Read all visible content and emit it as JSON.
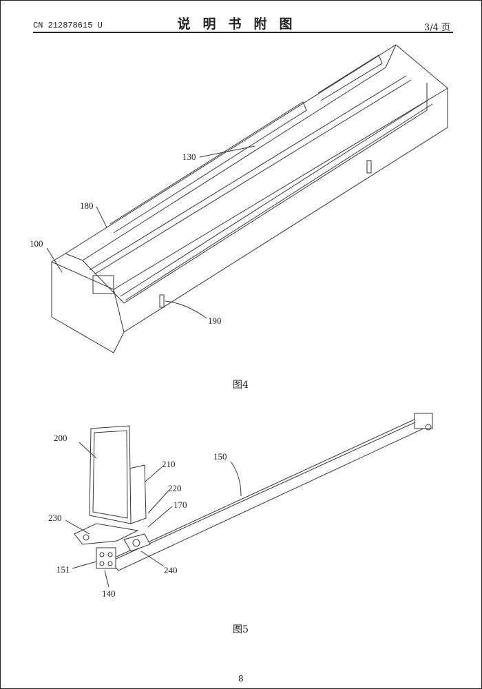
{
  "header": {
    "doc_number": "CN 212878615 U",
    "title": "说明书附图",
    "page": "3/4 页"
  },
  "figure4": {
    "caption": "图4",
    "labels": {
      "l130": "130",
      "l180": "180",
      "l100": "100",
      "l190": "190"
    }
  },
  "figure5": {
    "caption": "图5",
    "labels": {
      "l200": "200",
      "l210": "210",
      "l150": "150",
      "l220": "220",
      "l170": "170",
      "l230": "230",
      "l151": "151",
      "l240": "240",
      "l140": "140"
    }
  },
  "footer": {
    "page_number": "8"
  }
}
